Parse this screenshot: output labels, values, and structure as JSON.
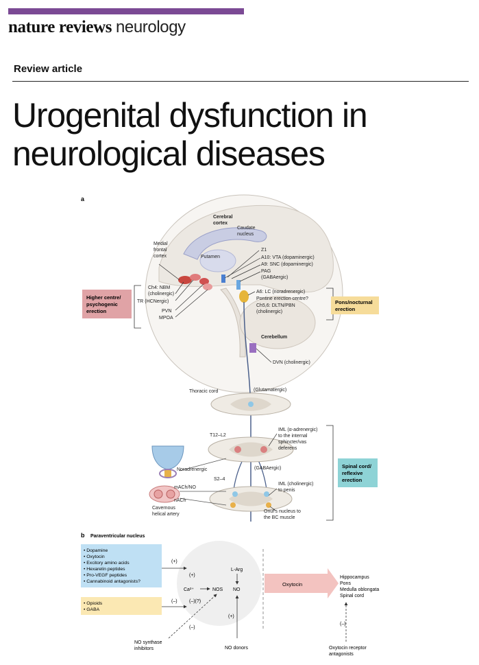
{
  "header": {
    "journal_bold": "nature reviews",
    "journal_light": "neurology",
    "article_type": "Review article",
    "title_line1": "Urogenital dysfunction in",
    "title_line2": "neurological diseases"
  },
  "figure": {
    "panel_a": "a",
    "panel_b": "b",
    "brain": {
      "cerebral_cortex": [
        "Cerebral",
        "cortex"
      ],
      "caudate": [
        "Caudate",
        "nucleus"
      ],
      "medial_frontal": [
        "Medial",
        "frontal",
        "cortex"
      ],
      "putamen": "Putamen",
      "z1": "Z1",
      "a10": "A10: VTA (dopaminergic)",
      "a9": "A9: SNC (dopaminergic)",
      "pag": [
        "PAG",
        "(GABAergic)"
      ],
      "ch4": [
        "Ch4: NBM",
        "(cholinergic)"
      ],
      "tr": "TR (HCNergic)",
      "pvn": "PVN",
      "mpoa": "MPOA",
      "a6": "A6: LC (noradrenergic)",
      "pontine": "Pontine erection centre?",
      "ch5": "Ch5,6: DLTN/PBN",
      "ch5b": "(cholinergic)",
      "cerebellum": "Cerebellum",
      "dvn": "DVN (cholinergic)"
    },
    "boxes": {
      "higher": [
        "Higher centre/",
        "psychogenic",
        "erection"
      ],
      "pons": [
        "Pons/nocturnal",
        "erection"
      ],
      "spinal": [
        "Spinal cord/",
        "reflexive",
        "erection"
      ]
    },
    "spinal": {
      "thoracic": "Thoracic cord",
      "glut": "(Glutamatergic)",
      "t12": "T12–L2",
      "iml1": [
        "IML (α-adrenergic)",
        "to the internal",
        "sphincter/vas",
        "deferens"
      ],
      "noradrenergic": "Noradrenergic",
      "gaba": "(GABAergic)",
      "s24": "S2–4",
      "iml2": [
        "IML (cholinergic)",
        "to penis"
      ],
      "mach": "mACh/NO",
      "nach": "nACh",
      "cavernous": [
        "Cavernous",
        "helical artery"
      ],
      "onuf": [
        "Onuf's nucleus to",
        "the BC muscle"
      ]
    },
    "panelb": {
      "title": "Paraventricular nucleus",
      "pos_list": [
        "• Dopamine",
        "• Oxytocin",
        "• Excitory amino acids",
        "• Hexarelin peptides",
        "• Pro-VEGF peptides",
        "• Cannabinoid antagonists?"
      ],
      "neg_list": [
        "• Opioids",
        "• GABA"
      ],
      "plus": "(+)",
      "minus": "(–)",
      "minus_q": "(–)(?)",
      "larg": "L-Arg",
      "ca": "Ca²⁺",
      "nos": "NOS",
      "no": "NO",
      "oxytocin": "Oxytocin",
      "targets": [
        "Hippocampus",
        "Pons",
        "Medulla oblongata",
        "Spinal cord"
      ],
      "nos_inhib": [
        "NO synthase",
        "inhibitors"
      ],
      "no_donors": "NO donors",
      "oxy_antag": [
        "Oxytocin receptor",
        "antagonists"
      ]
    }
  },
  "colors": {
    "accent": "#7b4a94",
    "higher_box": "#e0a3a6",
    "pons_box": "#f6dc9a",
    "spinal_box": "#8ed3d6",
    "pos_box": "#bfe0f4",
    "neg_box": "#fbe8b3",
    "oxy_box": "#f3c3c0"
  }
}
